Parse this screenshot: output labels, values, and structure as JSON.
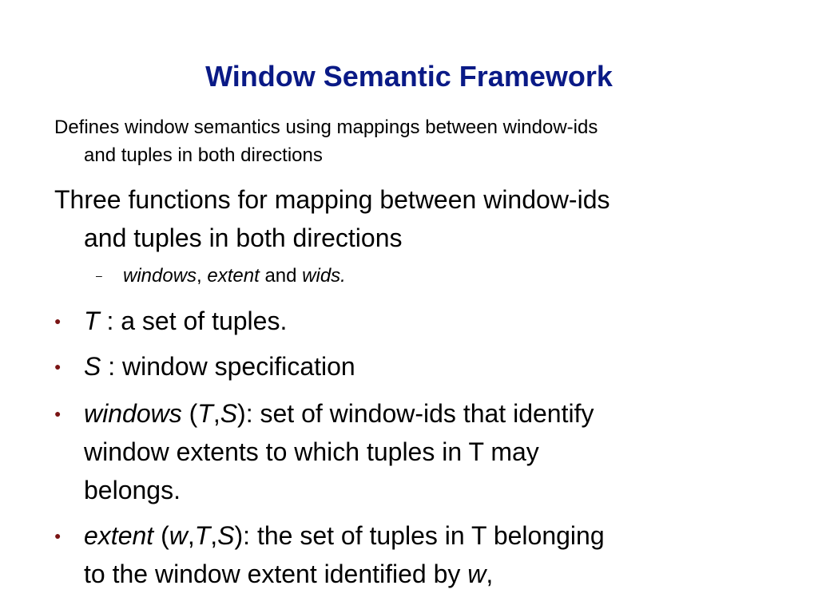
{
  "slide": {
    "title": "Window Semantic Framework",
    "para1": {
      "line1": "Defines window semantics using mappings between window-ids",
      "line2": "and tuples in both directions"
    },
    "para2": {
      "line1": "Three functions for mapping between window-ids",
      "line2": "and tuples in both directions"
    },
    "sub_item": {
      "dash": "–",
      "w1": "windows",
      "sep1": ", ",
      "w2": "extent",
      "sep2": " and ",
      "w3": "wids."
    },
    "bullet_glyph": "●",
    "bullets": [
      {
        "t": "T",
        "rest": " : a set of tuples."
      },
      {
        "s": "S",
        "rest": " : window specification"
      },
      {
        "fn": "windows",
        "open": " (",
        "a1": "T",
        "comma": ",",
        "a2": "S",
        "close_rest": "): set of window-ids that identify",
        "line2": "window extents to which tuples in T may",
        "line3": "belongs."
      },
      {
        "fn": "extent",
        "open": " (",
        "a1": "w",
        "c1": ",",
        "a2": "T",
        "c2": ",",
        "a3": "S",
        "close_rest": "): the set of tuples in T belonging",
        "line2_text": "to the window extent identified by ",
        "line2_var": "w",
        "line2_end": ","
      }
    ],
    "colors": {
      "title": "#0a1a86",
      "bullet": "#7a1414",
      "text": "#000000"
    }
  }
}
